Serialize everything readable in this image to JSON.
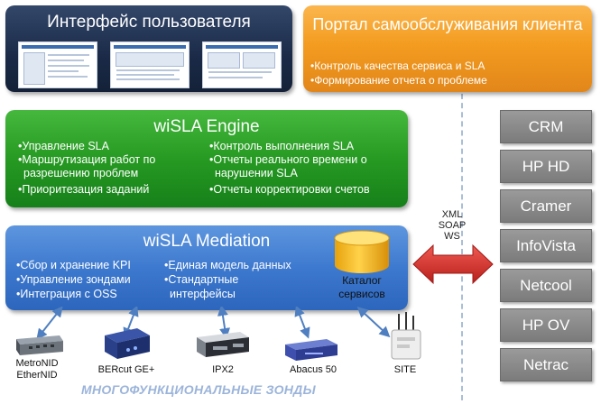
{
  "ui_panel": {
    "title": "Интерфейс пользователя"
  },
  "portal_panel": {
    "title": "Портал самообслуживания клиента",
    "bullets": [
      "•Контроль качества сервиса и SLA",
      "•Формирование отчета о проблеме"
    ]
  },
  "engine_panel": {
    "title": "wiSLA Engine",
    "left_items": [
      "•Управление SLA",
      "•Маршрутизация работ по",
      "разрешению проблем",
      "•Приоритезация заданий"
    ],
    "right_items": [
      "•Контроль выполнения SLA",
      "•Отчеты реального времени о",
      "нарушении SLA",
      "•Отчеты корректировки счетов"
    ]
  },
  "mediation_panel": {
    "title": "wiSLA Mediation",
    "left_items": [
      "•Сбор и хранение KPI",
      "•Управление зондами",
      "•Интеграция с OSS"
    ],
    "right_items": [
      "•Единая модель данных",
      "•Стандартные",
      "интерфейсы"
    ],
    "catalog_label_1": "Каталог",
    "catalog_label_2": "сервисов"
  },
  "protocols": [
    "XML",
    "SOAP",
    "WS"
  ],
  "systems": [
    "CRM",
    "HP HD",
    "Cramer",
    "InfoVista",
    "Netcool",
    "HP OV",
    "Netrac"
  ],
  "devices": [
    {
      "label_1": "MetroNID",
      "label_2": "EtherNID"
    },
    {
      "label_1": "BERcut GE+",
      "label_2": ""
    },
    {
      "label_1": "IPX2",
      "label_2": ""
    },
    {
      "label_1": "Abacus 50",
      "label_2": ""
    },
    {
      "label_1": "SITE",
      "label_2": ""
    }
  ],
  "probes_title": "МНОГОФУНКЦИОНАЛЬНЫЕ ЗОНДЫ",
  "colors": {
    "ui_panel": "#1f3050",
    "portal_panel": "#f4a028",
    "engine_panel": "#269a22",
    "mediation_panel": "#3d79cf",
    "system_box": "#8a8a8a",
    "arrow": "#d9332f",
    "connector": "#4f7fc0"
  }
}
